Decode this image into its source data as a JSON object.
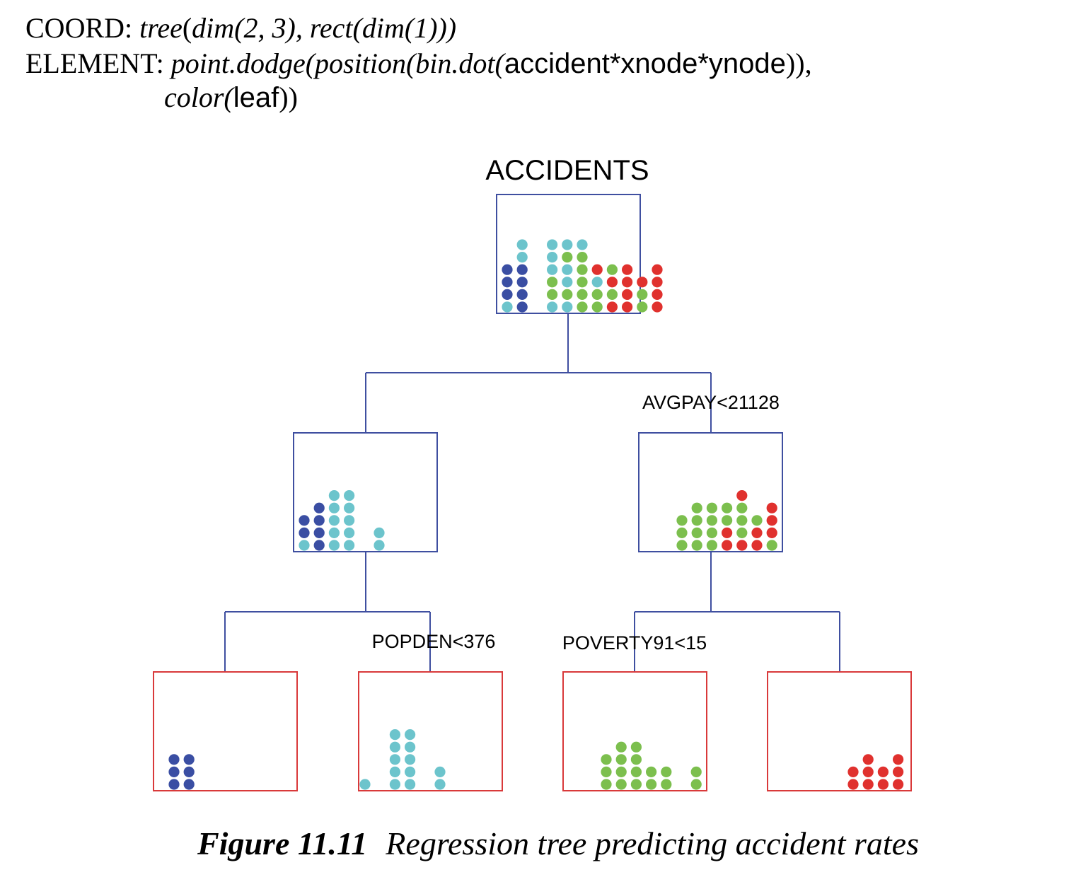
{
  "spec": {
    "coord_keyword": "COORD:",
    "coord_func": "tree",
    "coord_args": "dim(2, 3), rect(dim(1)))",
    "element_keyword": "ELEMENT:",
    "element_func": "point.dodge(position(bin.dot(",
    "element_vars": "accident*xnode*ynode",
    "element_close": ")),",
    "color_func": "color(",
    "color_var": "leaf",
    "color_close": "))"
  },
  "diagram": {
    "title": "ACCIDENTS",
    "colors": {
      "internal_box": "#3f4fa0",
      "leaf_box": "#d9393a",
      "edge": "#3f4fa0",
      "dark_blue": "#3a4ea3",
      "cyan": "#6cc4cc",
      "green": "#7cbf4e",
      "red": "#e0312e"
    },
    "split_labels": {
      "avgpay": "AVGPAY<21128",
      "popden": "POPDEN<376",
      "poverty": "POVERTY91<15"
    },
    "nodes": {
      "root": {
        "stacks": [
          [
            "cyan",
            "dark_blue",
            "dark_blue",
            "dark_blue"
          ],
          [
            "dark_blue",
            "dark_blue",
            "dark_blue",
            "dark_blue",
            "cyan",
            "cyan"
          ],
          [],
          [
            "cyan",
            "green",
            "green",
            "cyan",
            "cyan",
            "cyan"
          ],
          [
            "cyan",
            "green",
            "cyan",
            "cyan",
            "green",
            "cyan"
          ],
          [
            "green",
            "green",
            "green",
            "green",
            "green",
            "cyan"
          ],
          [
            "green",
            "green",
            "cyan",
            "red"
          ],
          [
            "red",
            "green",
            "red",
            "green"
          ],
          [
            "red",
            "red",
            "red",
            "red"
          ],
          [
            "green",
            "green",
            "red"
          ],
          [
            "red",
            "red",
            "red",
            "red"
          ]
        ]
      },
      "left": {
        "stacks": [
          [
            "cyan",
            "dark_blue",
            "dark_blue"
          ],
          [
            "dark_blue",
            "dark_blue",
            "dark_blue",
            "dark_blue"
          ],
          [
            "cyan",
            "cyan",
            "cyan",
            "cyan",
            "cyan"
          ],
          [
            "cyan",
            "cyan",
            "cyan",
            "cyan",
            "cyan"
          ],
          [],
          [
            "cyan",
            "cyan"
          ]
        ]
      },
      "right": {
        "stacks": [
          [
            "green",
            "green",
            "green"
          ],
          [
            "green",
            "green",
            "green",
            "green"
          ],
          [
            "green",
            "green",
            "green",
            "green"
          ],
          [
            "red",
            "red",
            "green",
            "green"
          ],
          [
            "red",
            "green",
            "green",
            "green",
            "red"
          ],
          [
            "red",
            "red",
            "green"
          ],
          [
            "green",
            "red",
            "red",
            "red"
          ]
        ]
      },
      "leaf1": {
        "stacks": [
          [
            "dark_blue",
            "dark_blue",
            "dark_blue"
          ],
          [
            "dark_blue",
            "dark_blue",
            "dark_blue"
          ]
        ]
      },
      "leaf2": {
        "stacks": [
          [
            "cyan"
          ],
          [],
          [
            "cyan",
            "cyan",
            "cyan",
            "cyan",
            "cyan"
          ],
          [
            "cyan",
            "cyan",
            "cyan",
            "cyan",
            "cyan"
          ],
          [],
          [
            "cyan",
            "cyan"
          ]
        ]
      },
      "leaf3": {
        "stacks": [
          [
            "green",
            "green",
            "green"
          ],
          [
            "green",
            "green",
            "green",
            "green"
          ],
          [
            "green",
            "green",
            "green",
            "green"
          ],
          [
            "green",
            "green"
          ],
          [
            "green",
            "green"
          ],
          [],
          [
            "green",
            "green"
          ]
        ]
      },
      "leaf4": {
        "stacks": [
          [
            "red",
            "red"
          ],
          [
            "red",
            "red",
            "red"
          ],
          [
            "red",
            "red"
          ],
          [
            "red",
            "red",
            "red"
          ]
        ]
      }
    }
  },
  "caption": {
    "number": "Figure 11.11",
    "text": "Regression tree predicting accident rates"
  }
}
